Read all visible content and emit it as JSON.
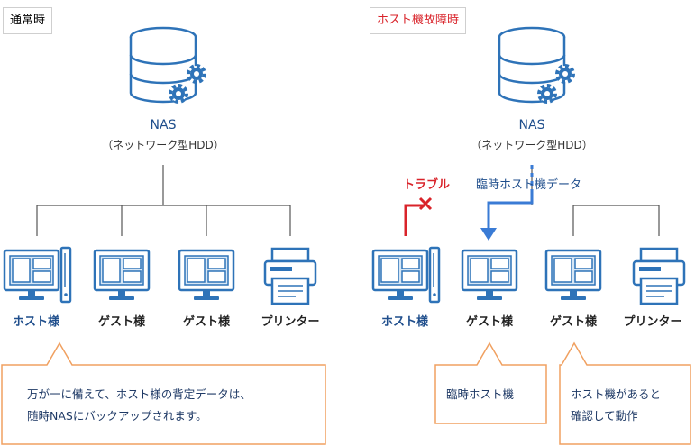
{
  "left": {
    "panel_label": "通常時",
    "nas_title": "NAS",
    "nas_sub": "（ネットワーク型HDD）",
    "devices": [
      "ホスト様",
      "ゲスト様",
      "ゲスト様",
      "プリンター"
    ],
    "bubble_line1": "万が一に備えて、ホスト様の背定データは、",
    "bubble_line2": "随時NASにバックアップされます。"
  },
  "right": {
    "panel_label": "ホスト機故障時",
    "nas_title": "NAS",
    "nas_sub": "（ネットワーク型HDD）",
    "trouble_label": "トラブル",
    "temp_data_label": "臨時ホスト機データ",
    "devices": [
      "ホスト様",
      "ゲスト様",
      "ゲスト様",
      "プリンター"
    ],
    "bubble1": "臨時ホスト機",
    "bubble2_line1": "ホスト機があると",
    "bubble2_line2": "確認して動作"
  },
  "colors": {
    "accent_blue": "#3a7bd5",
    "icon_blue": "#2e73b8",
    "trouble_red": "#d9232a",
    "bubble_border": "#f0a060",
    "line_gray": "#555555"
  }
}
